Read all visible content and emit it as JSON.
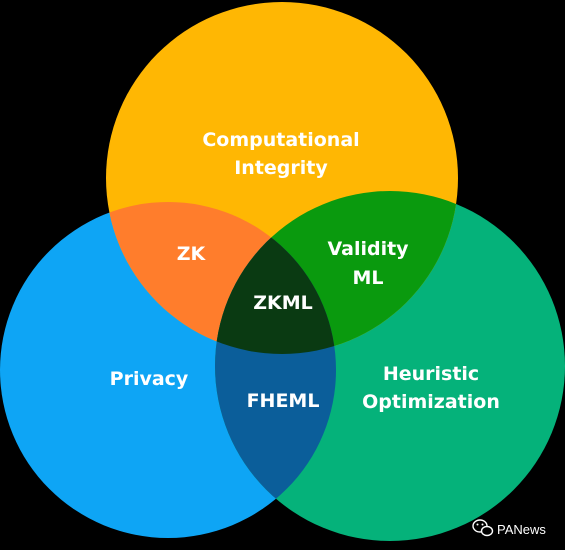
{
  "diagram": {
    "sets": [
      {
        "id": "top",
        "label_lines": [
          "Computational",
          "Integrity"
        ],
        "color": "#FFB703"
      },
      {
        "id": "left",
        "label_lines": [
          "Privacy"
        ],
        "color": "#0EA5F5"
      },
      {
        "id": "right",
        "label_lines": [
          "Heuristic",
          "Optimization"
        ],
        "color": "#05B27A"
      }
    ],
    "intersections": [
      {
        "id": "top-left",
        "label": "ZK",
        "color": "#FF7D2C"
      },
      {
        "id": "top-right",
        "label": "Validity ML",
        "label_lines": [
          "Validity",
          "ML"
        ],
        "color": "#0A9A0E"
      },
      {
        "id": "left-right",
        "label": "FHEML",
        "color": "#0B5E9A"
      },
      {
        "id": "center",
        "label": "ZKML",
        "color": "#0A3A12"
      }
    ]
  },
  "watermark": {
    "text": "PANews",
    "icon": "wechat-icon"
  }
}
